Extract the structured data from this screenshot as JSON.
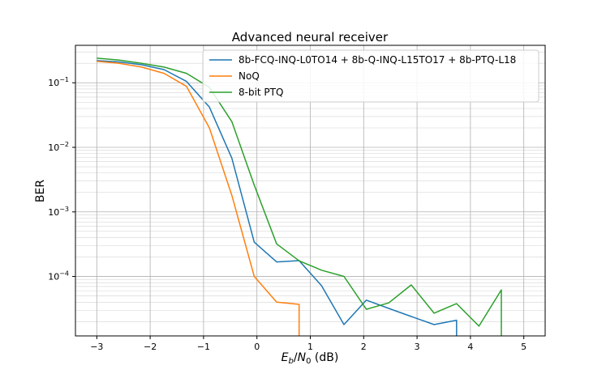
{
  "chart_data": {
    "type": "line",
    "title": "Advanced neural receiver",
    "xlabel": "E_b/N_0 (dB)",
    "ylabel": "BER",
    "x_ticks": [
      -3,
      -2,
      -1,
      0,
      1,
      2,
      3,
      4,
      5
    ],
    "x_tick_labels": [
      "−3",
      "−2",
      "−1",
      "0",
      "1",
      "2",
      "3",
      "4",
      "5"
    ],
    "y_ticks": [
      0.0001,
      0.001,
      0.01,
      0.1
    ],
    "y_tick_labels": [
      {
        "base": "10",
        "exp": "−4"
      },
      {
        "base": "10",
        "exp": "−3"
      },
      {
        "base": "10",
        "exp": "−2"
      },
      {
        "base": "10",
        "exp": "−1"
      }
    ],
    "xlim": [
      -3.4,
      5.4
    ],
    "ylim": [
      1.2e-05,
      0.38
    ],
    "y_scale": "log",
    "grid": true,
    "legend_position": "top-right",
    "series": [
      {
        "name": "8b-FCQ-INQ-L0TO14 + 8b-Q-INQ-L15TO17 + 8b-PTQ-L18",
        "color": "#1f77b4",
        "x": [
          -3.0,
          -2.58,
          -2.16,
          -1.74,
          -1.32,
          -0.89,
          -0.47,
          -0.05,
          0.37,
          0.79,
          1.21,
          1.63,
          2.05,
          2.47,
          2.89,
          3.32,
          3.74
        ],
        "y": [
          0.22,
          0.21,
          0.19,
          0.16,
          0.105,
          0.042,
          0.0068,
          0.00034,
          0.000168,
          0.000176,
          7.2e-05,
          1.8e-05,
          4.3e-05,
          3.2e-05,
          2.4e-05,
          1.8e-05,
          2.1e-05
        ]
      },
      {
        "name": "NoQ",
        "color": "#ff7f0e",
        "x": [
          -3.0,
          -2.58,
          -2.16,
          -1.74,
          -1.32,
          -0.89,
          -0.47,
          -0.05,
          0.37,
          0.79
        ],
        "y": [
          0.215,
          0.2,
          0.175,
          0.14,
          0.088,
          0.02,
          0.0018,
          0.0001,
          4e-05,
          3.7e-05
        ]
      },
      {
        "name": "8-bit PTQ",
        "color": "#2ca02c",
        "x": [
          -3.0,
          -2.58,
          -2.16,
          -1.74,
          -1.32,
          -0.89,
          -0.47,
          -0.05,
          0.37,
          0.79,
          1.21,
          1.63,
          2.05,
          2.47,
          2.89,
          3.32,
          3.74,
          4.16,
          4.58
        ],
        "y": [
          0.24,
          0.225,
          0.2,
          0.175,
          0.14,
          0.085,
          0.025,
          0.0026,
          0.00032,
          0.000175,
          0.000125,
          0.0001,
          3.1e-05,
          3.9e-05,
          7.4e-05,
          2.7e-05,
          3.8e-05,
          1.7e-05,
          6.2e-05
        ]
      }
    ]
  }
}
